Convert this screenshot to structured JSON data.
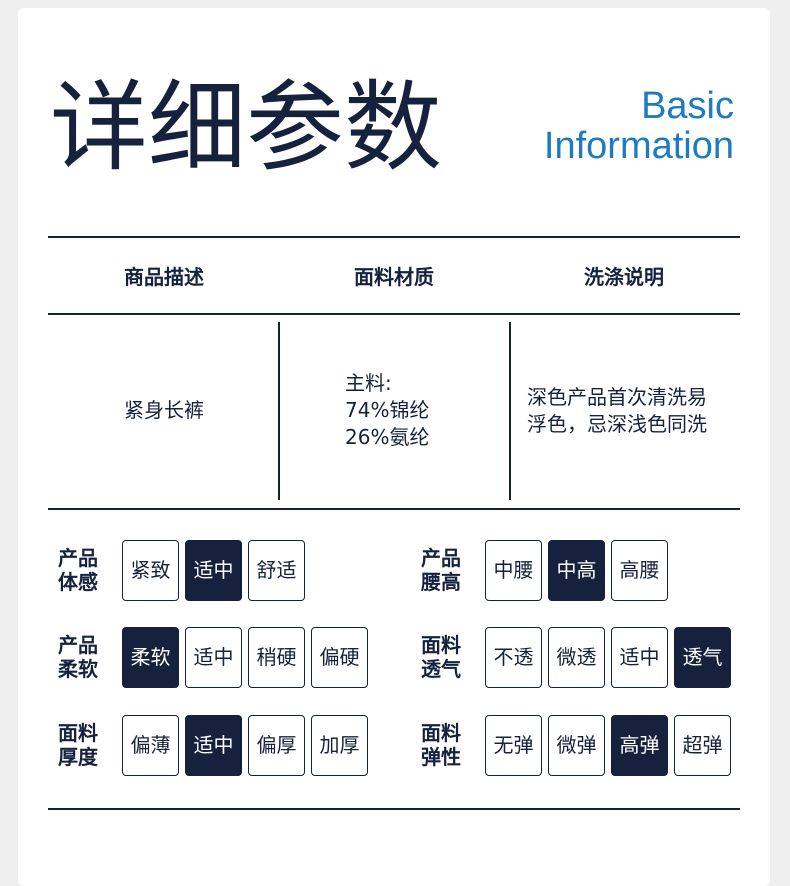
{
  "title": {
    "cn": "详细参数",
    "en_line1": "Basic",
    "en_line2": "Information"
  },
  "headers": [
    "商品描述",
    "面料材质",
    "洗涤说明"
  ],
  "description": "紧身长裤",
  "material": {
    "line1": "主料:",
    "line2": "74%锦纶",
    "line3": "26%氨纶"
  },
  "washing": {
    "line1": "深色产品首次清洗易",
    "line2": "浮色，忌深浅色同洗"
  },
  "colors": {
    "navy": "#16213e",
    "accent_blue": "#1f7ac4"
  },
  "attributes": [
    {
      "label_line1": "产品",
      "label_line2": "体感",
      "options": [
        "紧致",
        "适中",
        "舒适"
      ],
      "selected": 1
    },
    {
      "label_line1": "产品",
      "label_line2": "腰高",
      "options": [
        "中腰",
        "中高",
        "高腰"
      ],
      "selected": 1
    },
    {
      "label_line1": "产品",
      "label_line2": "柔软",
      "options": [
        "柔软",
        "适中",
        "稍硬",
        "偏硬"
      ],
      "selected": 0
    },
    {
      "label_line1": "面料",
      "label_line2": "透气",
      "options": [
        "不透",
        "微透",
        "适中",
        "透气"
      ],
      "selected": 3
    },
    {
      "label_line1": "面料",
      "label_line2": "厚度",
      "options": [
        "偏薄",
        "适中",
        "偏厚",
        "加厚"
      ],
      "selected": 1
    },
    {
      "label_line1": "面料",
      "label_line2": "弹性",
      "options": [
        "无弹",
        "微弹",
        "高弹",
        "超弹"
      ],
      "selected": 2
    }
  ]
}
